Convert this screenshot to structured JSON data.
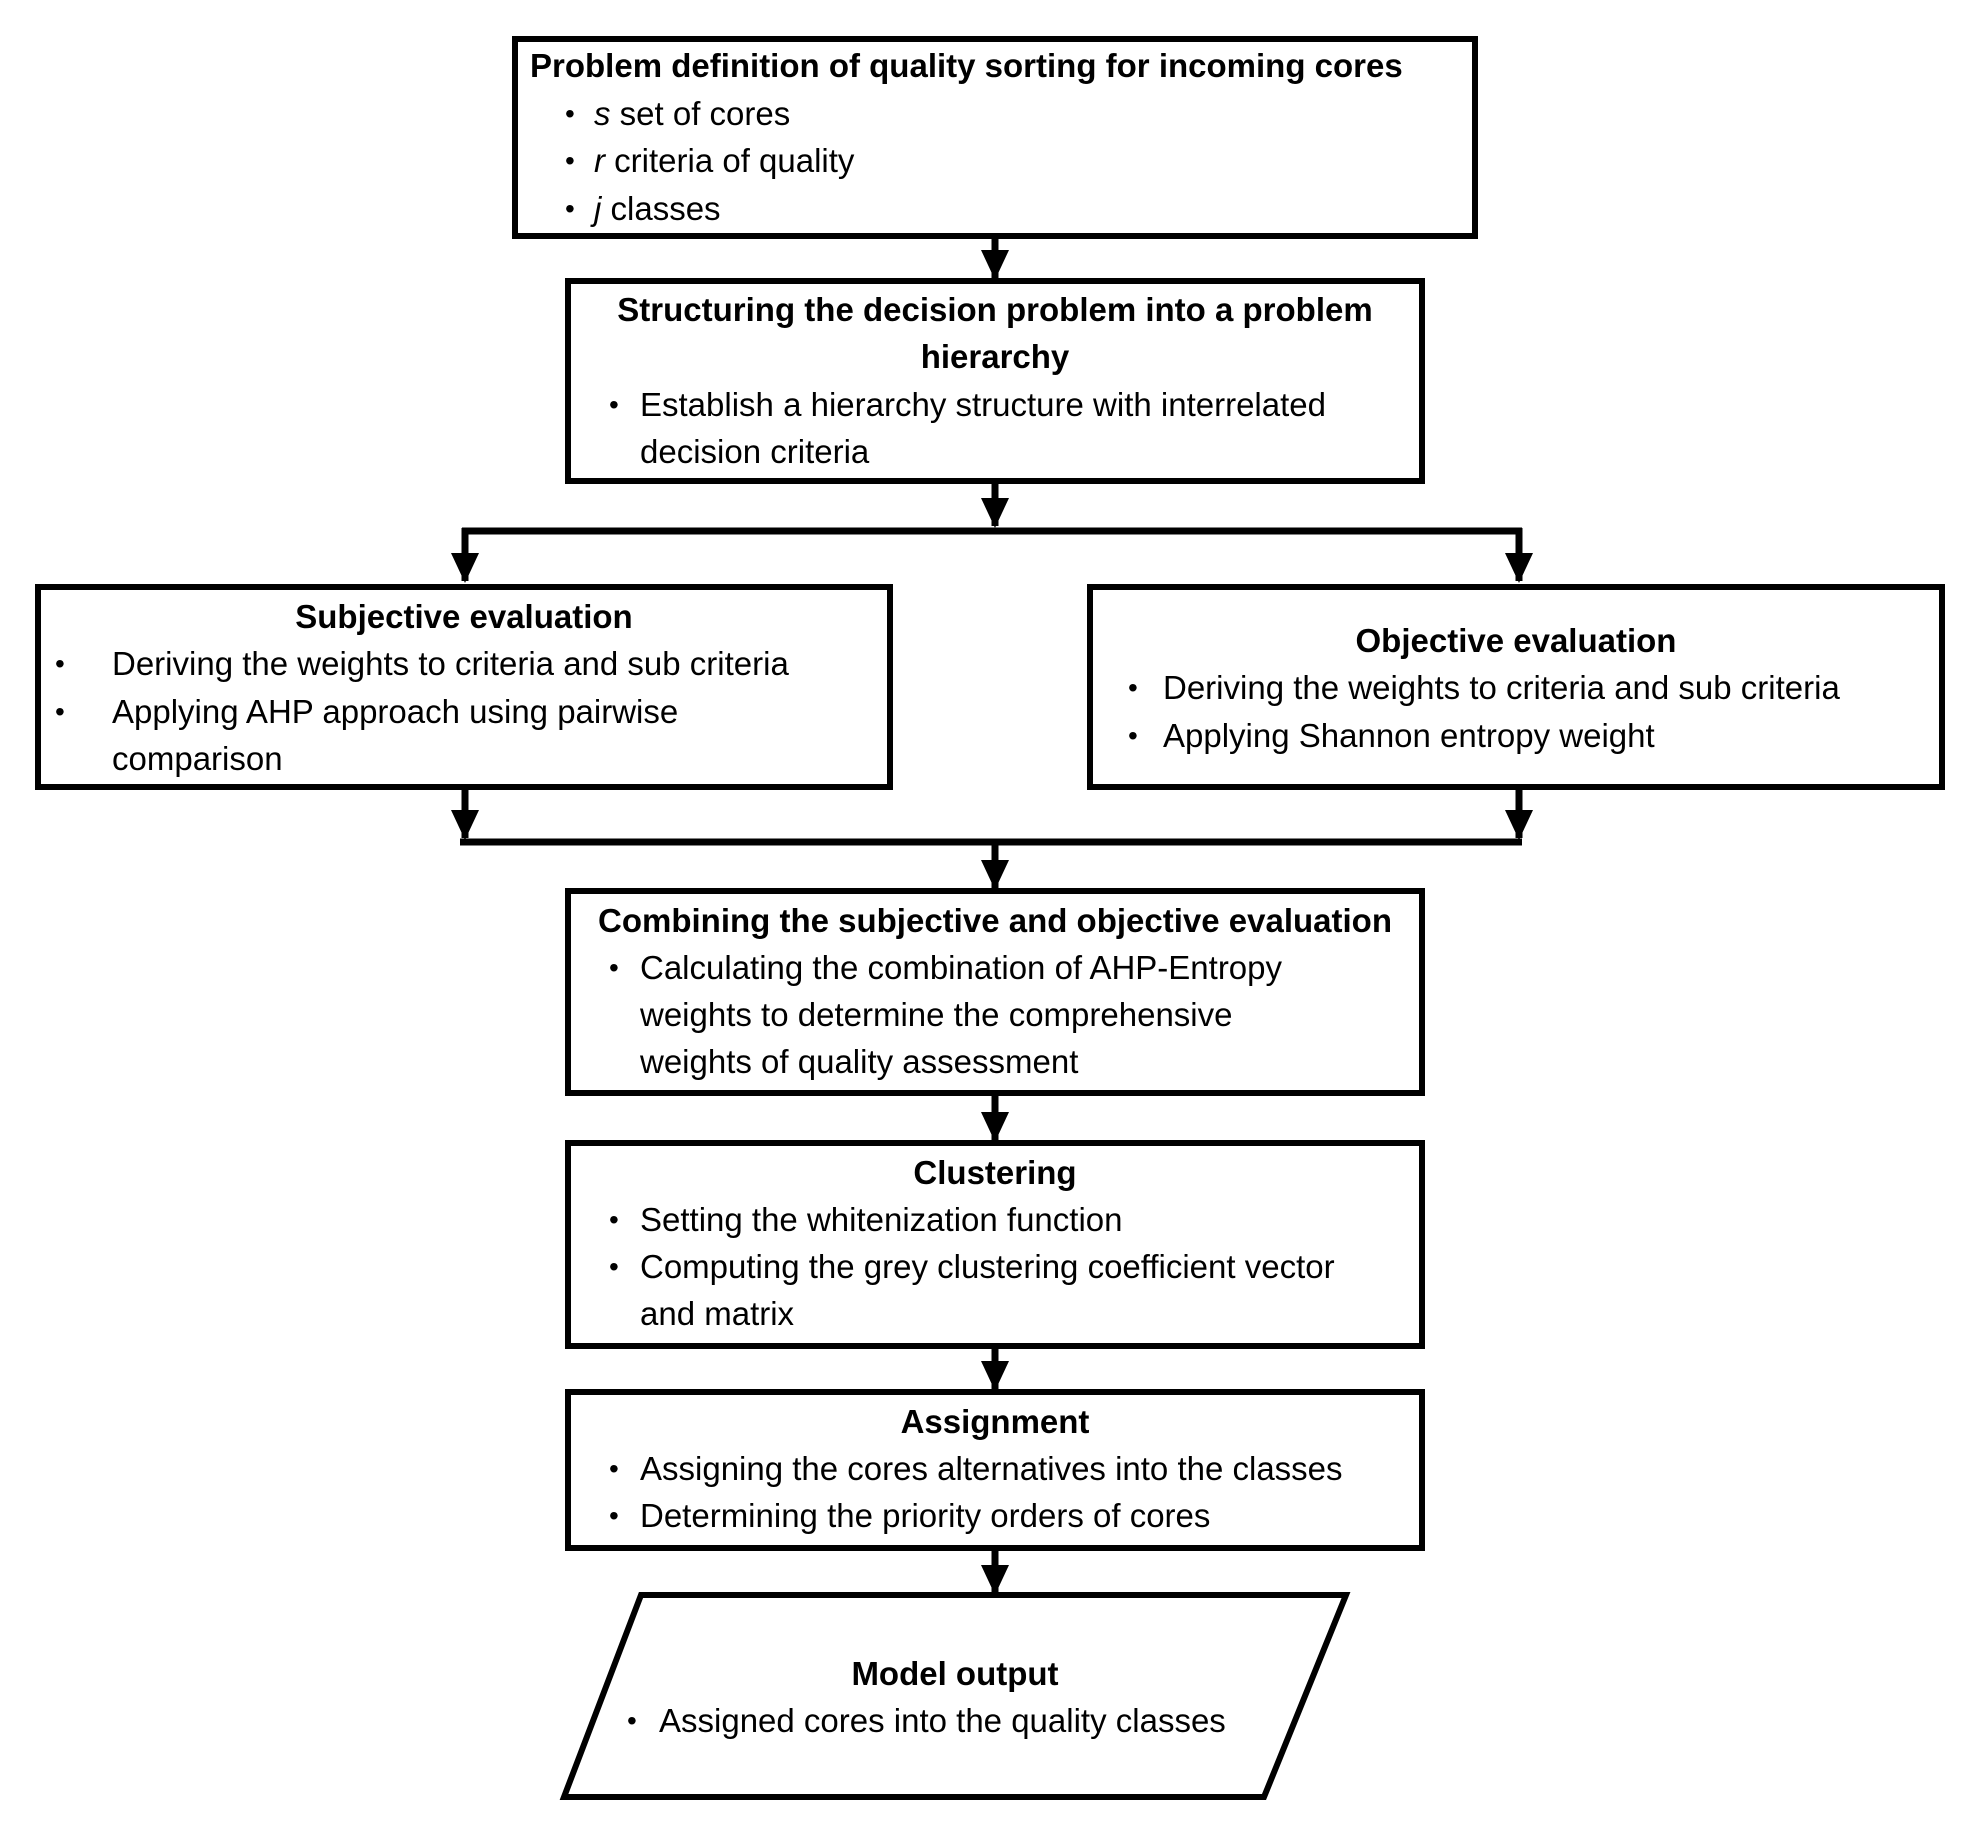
{
  "diagram": {
    "colors": {
      "stroke": "#000000",
      "background": "#ffffff"
    },
    "bullet_glyph": "•",
    "nodes": {
      "problem_definition": {
        "title": "Problem definition of quality sorting for incoming cores",
        "items": [
          {
            "var": "s",
            "text": " set of cores"
          },
          {
            "var": "r",
            "text": " criteria of quality"
          },
          {
            "var": "j",
            "text": " classes"
          }
        ]
      },
      "structuring": {
        "title_lines": [
          "Structuring the decision problem into a problem",
          "hierarchy"
        ],
        "item_lines": [
          "Establish a hierarchy structure with interrelated",
          "decision criteria"
        ]
      },
      "subjective": {
        "title": "Subjective evaluation",
        "item1": "Deriving the weights to criteria and sub criteria",
        "item2_lines": [
          "Applying AHP approach using pairwise",
          "comparison"
        ]
      },
      "objective": {
        "title": "Objective evaluation",
        "items": [
          "Deriving the weights to criteria and sub criteria",
          "Applying Shannon entropy weight"
        ]
      },
      "combining": {
        "title": "Combining the subjective and objective evaluation",
        "item_lines": [
          "Calculating the  combination of AHP-Entropy",
          "weights to determine the comprehensive",
          "weights of quality assessment"
        ]
      },
      "clustering": {
        "title": "Clustering",
        "item1": "Setting the whitenization function",
        "item2_lines": [
          "Computing the grey clustering coefficient vector",
          "and matrix"
        ]
      },
      "assignment": {
        "title": "Assignment",
        "items": [
          "Assigning the cores alternatives into the classes",
          "Determining the priority orders of cores"
        ]
      },
      "model_output": {
        "title": "Model output",
        "items": [
          "Assigned cores into the quality classes"
        ]
      }
    }
  }
}
